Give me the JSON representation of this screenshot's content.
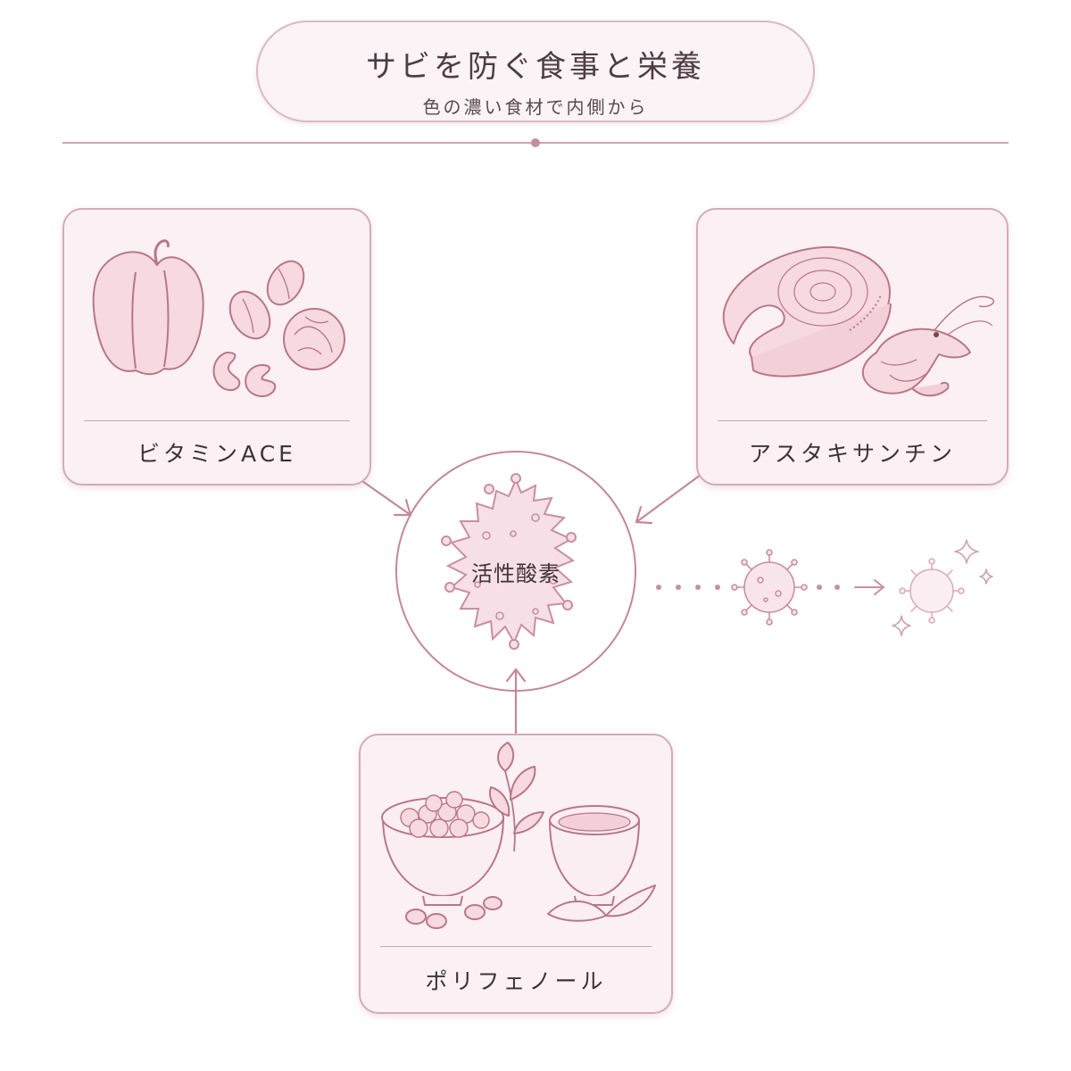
{
  "header": {
    "title": "サビを防ぐ食事と栄養",
    "subtitle": "色の濃い食材で内側から"
  },
  "cards": [
    {
      "label": "ビタミンACE"
    },
    {
      "label": "アスタキサンチン"
    },
    {
      "label": "ポリフェノール"
    }
  ],
  "center": {
    "label": "活性酸素"
  },
  "colors": {
    "accent": "#c4879c",
    "card_bg": "#fbf1f4",
    "line": "#d6a9b9"
  },
  "icons": [
    "bell-pepper-icon",
    "almond-icon",
    "walnut-icon",
    "cashew-icon",
    "salmon-steak-icon",
    "shrimp-icon",
    "soybean-bowl-icon",
    "tea-leaf-icon",
    "tea-cup-icon",
    "virus-icon",
    "sparkle-icon"
  ]
}
